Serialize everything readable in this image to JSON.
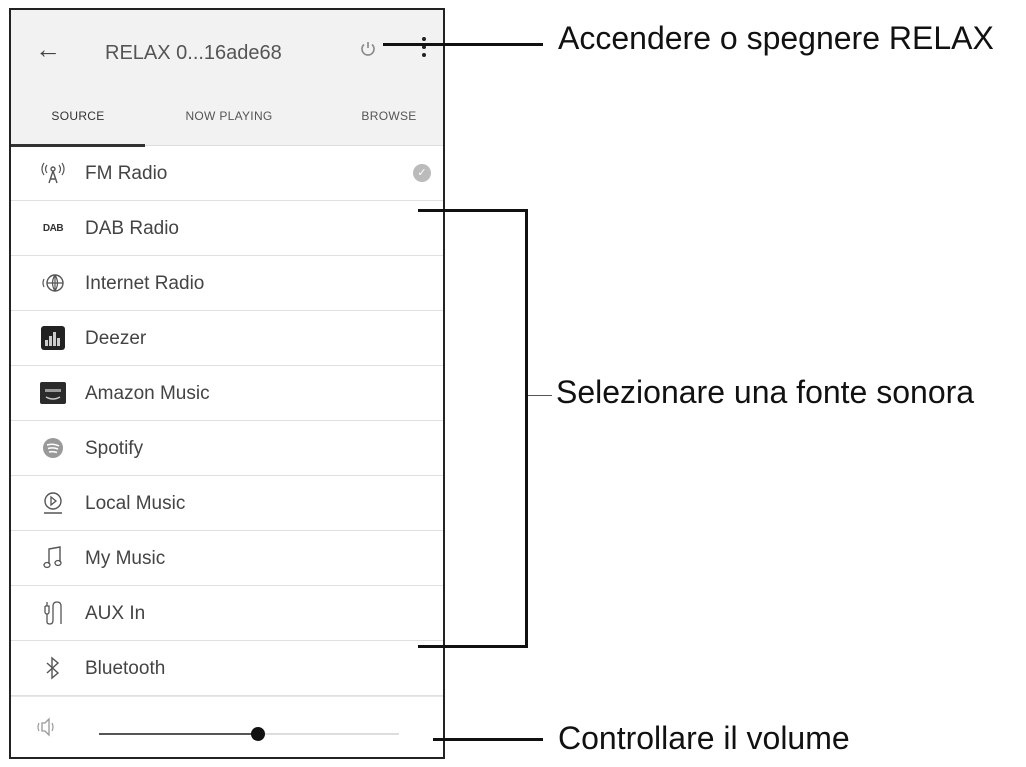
{
  "header": {
    "back_icon": "arrow-left-icon",
    "title": "RELAX 0...16ade68",
    "power_icon": "power-icon",
    "menu_icon": "more-vert-icon"
  },
  "tabs": [
    {
      "label": "SOURCE",
      "active": true
    },
    {
      "label": "NOW PLAYING",
      "active": false
    },
    {
      "label": "BROWSE",
      "active": false
    }
  ],
  "sources": [
    {
      "label": "FM Radio",
      "icon": "fm-radio-icon",
      "selected": true
    },
    {
      "label": "DAB Radio",
      "icon": "dab-icon",
      "icon_text": "DAB"
    },
    {
      "label": "Internet Radio",
      "icon": "internet-radio-icon"
    },
    {
      "label": "Deezer",
      "icon": "deezer-icon"
    },
    {
      "label": "Amazon Music",
      "icon": "amazon-music-icon"
    },
    {
      "label": "Spotify",
      "icon": "spotify-icon"
    },
    {
      "label": "Local Music",
      "icon": "local-music-icon"
    },
    {
      "label": "My Music",
      "icon": "my-music-icon"
    },
    {
      "label": "AUX In",
      "icon": "aux-in-icon"
    },
    {
      "label": "Bluetooth",
      "icon": "bluetooth-icon"
    }
  ],
  "volume": {
    "icon": "speaker-icon",
    "level": 0.53
  },
  "annotations": {
    "power": "Accendere o spegnere RELAX",
    "source": "Selezionare una fonte sonora",
    "volume": "Controllare il volume"
  }
}
